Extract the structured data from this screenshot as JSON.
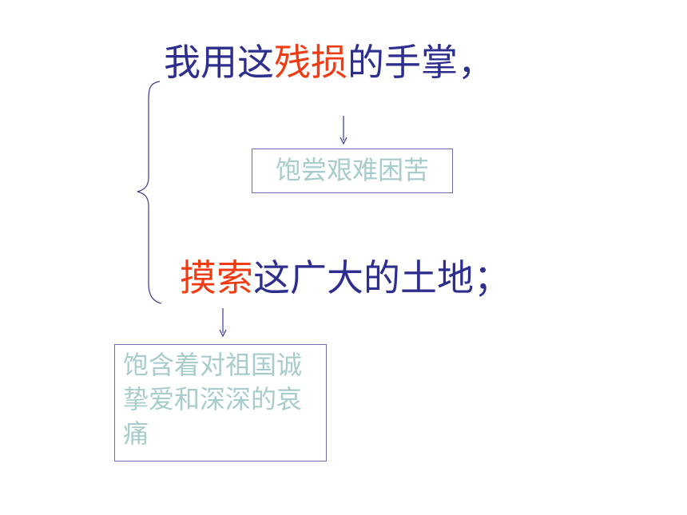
{
  "colors": {
    "main_text": "#2E2E8F",
    "highlight_text": "#F03C14",
    "note_text": "#A8CCCC",
    "box_border": "#6C6CB0",
    "brace_and_arrows": "#3A3A90"
  },
  "line1": {
    "before": "我用这",
    "highlight": "残损",
    "after": "的手掌，"
  },
  "note1": "饱尝艰难困苦",
  "line2": {
    "highlight": "摸索",
    "after": "这广大的土地；"
  },
  "note2": "饱含着对祖国诚挚爱和深深的哀痛"
}
